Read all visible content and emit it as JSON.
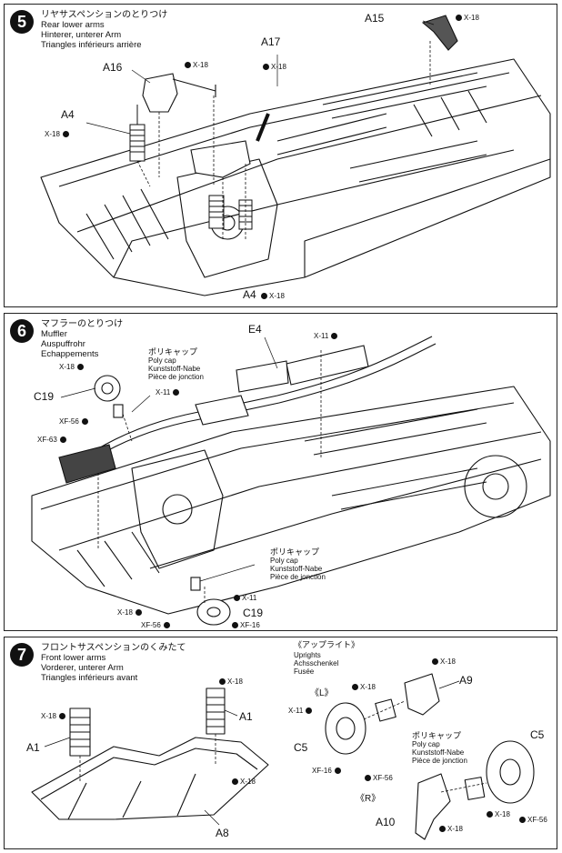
{
  "steps": [
    {
      "number": "5",
      "title_jp": "リヤサスペンションのとりつけ",
      "title_en": "Rear lower arms",
      "title_de": "Hinterer, unterer Arm",
      "title_fr": "Triangles inférieurs arrière",
      "labels": {
        "a15": "A15",
        "x18_a15": "X-18",
        "a17": "A17",
        "x18_a17": "X-18",
        "a16": "A16",
        "x18_a16": "X-18",
        "a4_left": "A4",
        "x18_a4_left": "X-18",
        "a4_bottom": "A4",
        "x18_a4_bottom": "X-18"
      }
    },
    {
      "number": "6",
      "title_jp": "マフラーのとりつけ",
      "title_en": "Muffler",
      "title_de": "Auspuffrohr",
      "title_fr": "Echappements",
      "polycap": {
        "jp": "ポリキャップ",
        "en": "Poly cap",
        "de": "Kunststoff-Nabe",
        "fr": "Pièce de jonction"
      },
      "labels": {
        "e4": "E4",
        "x11_top": "X-11",
        "x18_c19": "X-18",
        "c19_top": "C19",
        "x11_mid": "X-11",
        "xf56_top": "XF-56",
        "xf63": "XF-63",
        "x11_bottom": "X-11",
        "c19_bottom": "C19",
        "x18_bottom": "X-18",
        "xf56_bottom": "XF-56",
        "xf16": "XF-16"
      }
    },
    {
      "number": "7",
      "title_jp": "フロントサスペンションのくみたて",
      "title_en": "Front lower arms",
      "title_de": "Vorderer, unterer Arm",
      "title_fr": "Triangles inférieurs avant",
      "uprights": {
        "jp": "《アップライト》",
        "en": "Uprights",
        "de": "Achsschenkel",
        "fr": "Fusée",
        "left": "《L》",
        "right": "《R》"
      },
      "polycap": {
        "jp": "ポリキャップ",
        "en": "Poly cap",
        "de": "Kunststoff-Nabe",
        "fr": "Pièce de jonction"
      },
      "labels": {
        "x18_a1_right": "X-18",
        "a1_right": "A1",
        "x18_a1_left": "X-18",
        "a1_left": "A1",
        "x18_a8": "X-18",
        "a8": "A8",
        "x18_l": "X-18",
        "x11_l": "X-11",
        "c5_l": "C5",
        "xf16_l": "XF-16",
        "xf56_l": "XF-56",
        "x18_a9": "X-18",
        "a9": "A9",
        "c5_r": "C5",
        "a10": "A10",
        "x18_a10": "X-18",
        "x18_r": "X-18",
        "xf56_r": "XF-56"
      }
    }
  ]
}
